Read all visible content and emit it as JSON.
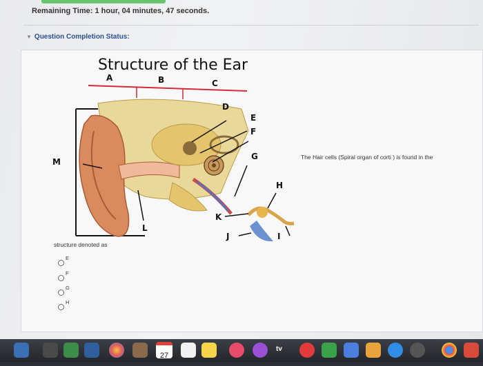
{
  "header": {
    "remaining_time_label": "Remaining Time:",
    "remaining_time_value": "1 hour, 04 minutes, 47 seconds.",
    "status_label": "Question Completion Status:"
  },
  "question": {
    "text": "The Hair cells (Spiral organ of corti ) is found in the",
    "stem": "structure denoted as",
    "options": [
      "E",
      "F",
      "G",
      "H"
    ]
  },
  "figure": {
    "title": "Structure of the Ear",
    "labels": {
      "A": "A",
      "B": "B",
      "C": "C",
      "D": "D",
      "E": "E",
      "F": "F",
      "G": "G",
      "H": "H",
      "I": "I",
      "J": "J",
      "K": "K",
      "L": "L",
      "M": "M"
    }
  },
  "dock": {
    "calendar_day": "27",
    "tv_label": "tv"
  },
  "colors": {
    "progress": "#6bc36b",
    "status_text": "#2b4f8a",
    "bracket": "#d42b36"
  }
}
